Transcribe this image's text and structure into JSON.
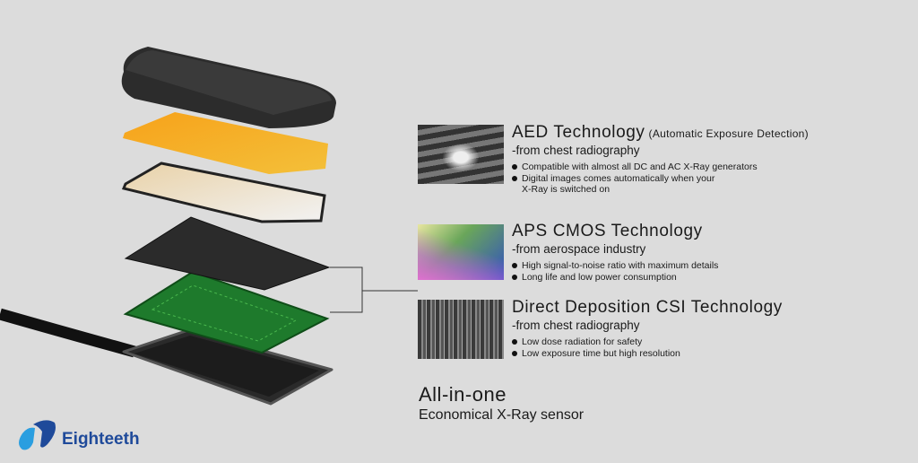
{
  "sections": [
    {
      "title": "AED Technology",
      "title_note": "(Automatic Exposure Detection)",
      "subtitle": "-from chest radiography",
      "bullets": [
        "Compatible with almost all DC and AC X-Ray generators",
        "Digital images comes automatically when your X-Ray is switched on"
      ],
      "image": "chest-xray"
    },
    {
      "title": "APS CMOS Technology",
      "subtitle": "-from aerospace industry",
      "bullets": [
        "High signal-to-noise ratio with maximum details",
        "Long life and low power consumption"
      ],
      "image": "color-gradient"
    },
    {
      "title": "Direct Deposition CSI Technology",
      "subtitle": "-from chest radiography",
      "bullets": [
        "Low dose radiation for safety",
        "Low exposure time but high resolution"
      ],
      "image": "csi-microstructure"
    }
  ],
  "tagline": {
    "heading": "All-in-one",
    "subheading": "Economical X-Ray sensor"
  },
  "brand": {
    "name": "Eighteeth",
    "color": "#1f4a9a",
    "accent": "#2a9ee0"
  }
}
